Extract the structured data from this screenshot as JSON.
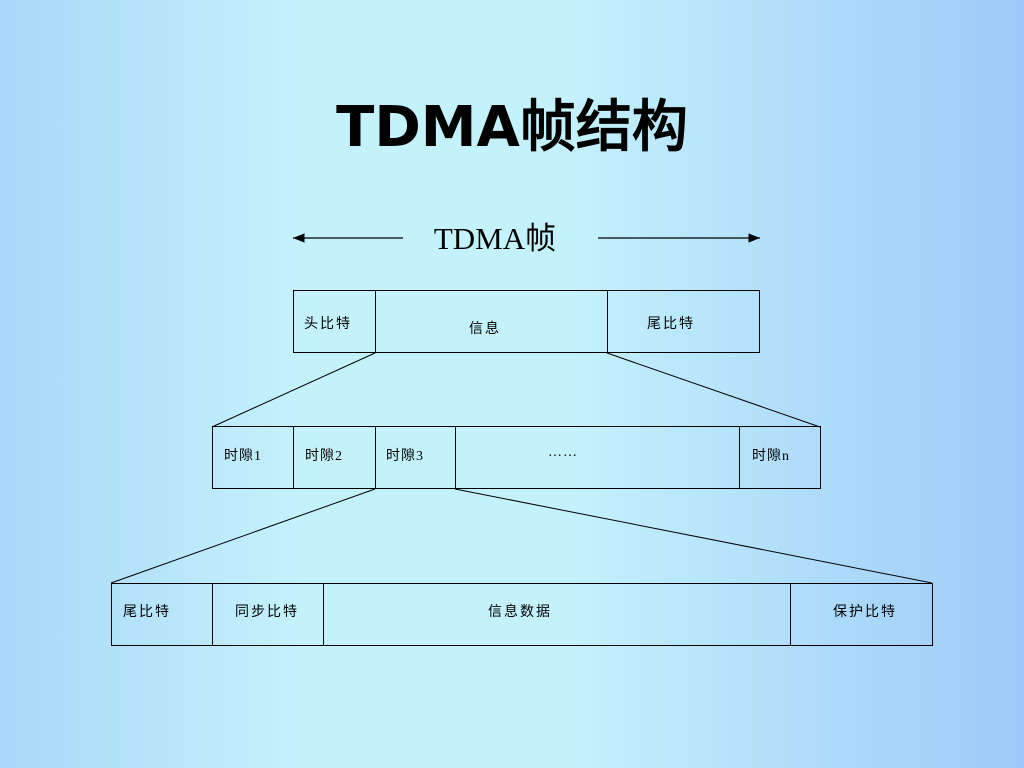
{
  "slide": {
    "title": "TDMA帧结构",
    "frame_label": "TDMA帧"
  },
  "frame": {
    "head_bits": "头比特",
    "info": "信息",
    "tail_bits": "尾比特"
  },
  "slots": {
    "slot1": "时隙1",
    "slot2": "时隙2",
    "slot3": "时隙3",
    "ellipsis": "……",
    "slotn": "时隙n"
  },
  "slot_detail": {
    "tail_bits": "尾比特",
    "sync_bits": "同步比特",
    "info_data": "信息数据",
    "guard_bits": "保护比特"
  }
}
